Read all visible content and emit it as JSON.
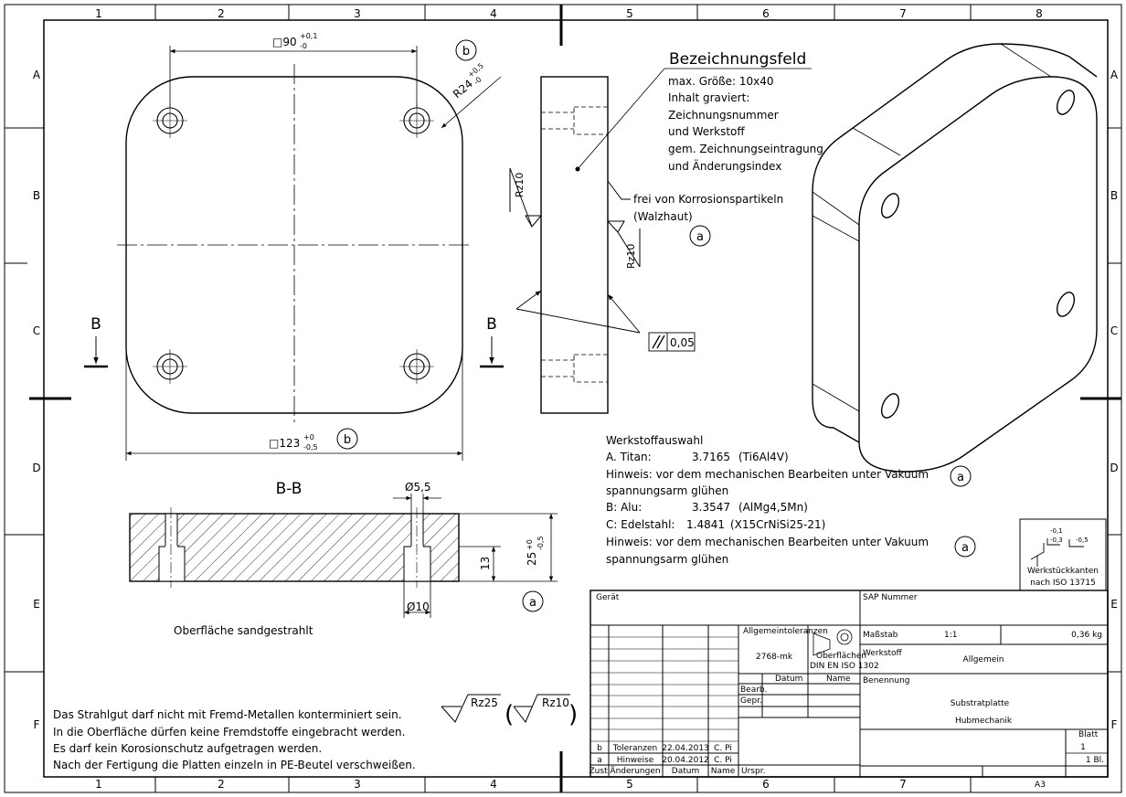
{
  "frame": {
    "columns": [
      "1",
      "2",
      "3",
      "4",
      "5",
      "6",
      "7",
      "8"
    ],
    "rows": [
      "A",
      "B",
      "C",
      "D",
      "E",
      "F"
    ]
  },
  "top_view": {
    "dim_top": "□90",
    "dim_top_tol_upper": "+0,1",
    "dim_top_tol_lower": "-0",
    "dim_bottom": "□123",
    "dim_bottom_tol_upper": "+0",
    "dim_bottom_tol_lower": "-0,5",
    "radius": "R24",
    "radius_tol_upper": "+0,5",
    "radius_tol_lower": "-0",
    "marker_b": "b",
    "section_letter": "B"
  },
  "side_view": {
    "heading": "Bezeichnungsfeld",
    "lines": [
      "max. Größe: 10x40",
      "Inhalt graviert:",
      "Zeichnungsnummer",
      "und Werkstoff",
      "gem. Zeichnungseintragung",
      "und Änderungsindex"
    ],
    "note_1": "frei von Korrosionspartikeln",
    "note_2": "(Walzhaut)",
    "roughness": "Rz10",
    "parallel_tol": "0,05",
    "marker_a": "a"
  },
  "section_view": {
    "title": "B-B",
    "dim_small_hole": "Ø5,5",
    "dim_large_hole": "Ø10",
    "dim_depth": "13",
    "dim_thickness": "25",
    "thickness_tol_upper": "+0",
    "thickness_tol_lower": "-0,5",
    "surface_note": "Oberfläche sandgestrahlt",
    "marker_a": "a"
  },
  "material": {
    "title": "Werkstoffauswahl",
    "lines": [
      {
        "label": "A. Titan:",
        "code": "3.7165",
        "spec": "(Ti6Al4V)"
      },
      {
        "label": "B:  Alu:",
        "code": "3.3547",
        "spec": "(AlMg4,5Mn)"
      },
      {
        "label": "C:  Edelstahl:",
        "code": "1.4841",
        "spec": "(X15CrNiSi25-21)"
      }
    ],
    "hint_1": "Hinweis: vor dem mechanischen Bearbeiten unter Vakuum",
    "hint_2": "spannungsarm glühen",
    "marker_a": "a"
  },
  "edges_box": {
    "value_1": "-0,1",
    "value_2": "-0,3",
    "value_3": "-0,5",
    "label_1": "Werkstückkanten",
    "label_2": "nach ISO 13715"
  },
  "notes": [
    "Das Strahlgut darf nicht mit Fremd-Metallen konterminiert sein.",
    "In die Oberfläche dürfen keine Fremdstoffe eingebracht werden.",
    "Es darf kein Korosionschutz aufgetragen werden.",
    "Nach der Fertigung die Platten einzeln in PE-Beutel verschweißen."
  ],
  "surface_symbols": {
    "main": "Rz25",
    "bracket": "Rz10"
  },
  "title_block": {
    "geraet_label": "Gerät",
    "sap_label": "SAP Nummer",
    "allg_tol_label": "Allgemeintoleranzen",
    "allg_tol_value": "2768-mk",
    "oberflaechen_1": "Oberflächen",
    "oberflaechen_2": "DIN EN ISO 1302",
    "massstab_label": "Maßstab",
    "massstab_value": "1:1",
    "weight": "0,36 kg",
    "werkstoff_label": "Werkstoff",
    "werkstoff_value": "Allgemein",
    "datum_label": "Datum",
    "name_label": "Name",
    "bearb": "Bearb.",
    "gepr": "Gepr.",
    "benennung_label": "Benennung",
    "benennung_title": "Substratplatte",
    "benennung_sub": "Hubmechanik",
    "blatt_label": "Blatt",
    "blatt_value": "1",
    "blatt_total": "1 Bl.",
    "revisions": [
      {
        "rev": "b",
        "text": "Toleranzen",
        "date": "22.04.2013",
        "name": "C. Pi"
      },
      {
        "rev": "a",
        "text": "Hinweise",
        "date": "20.04.2012",
        "name": "C. Pi"
      }
    ],
    "zust": "Zust.",
    "aenderungen": "Änderungen",
    "datum_col": "Datum",
    "name_col": "Name",
    "urspr": "Urspr.",
    "format": "A3"
  }
}
